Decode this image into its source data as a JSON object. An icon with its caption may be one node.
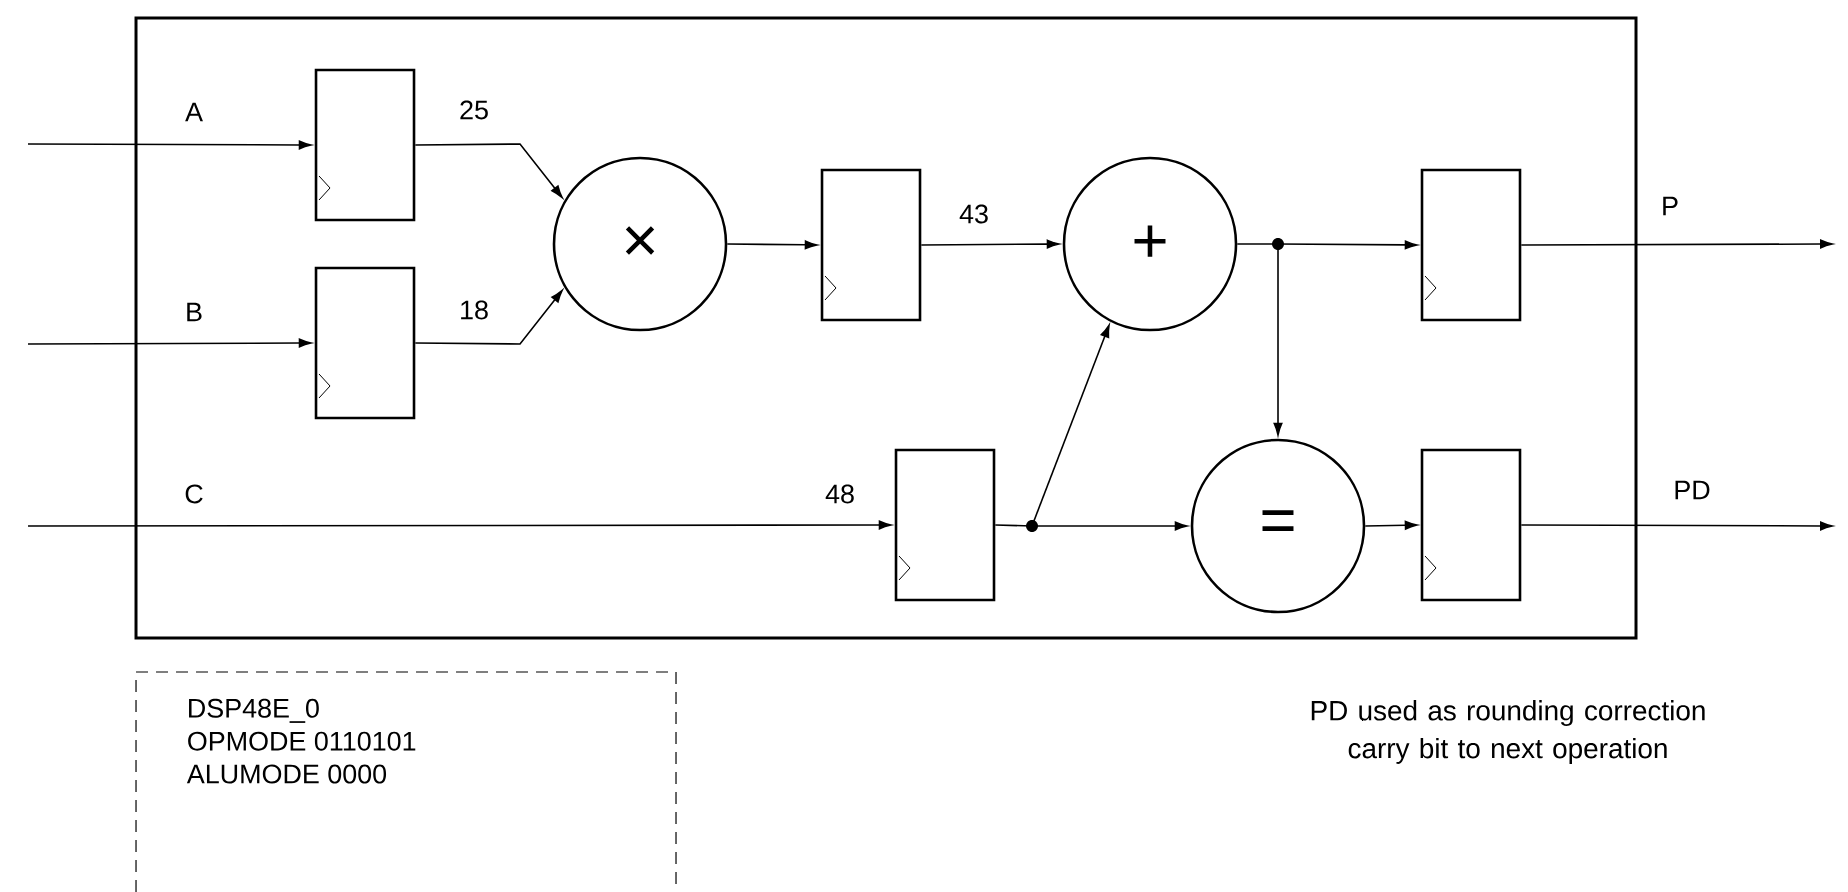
{
  "diagram": {
    "nodes": [
      {
        "text": [],
        "shape": "box"
      },
      {
        "text": [],
        "shape": "box",
        "in": 0
      },
      {
        "text": [],
        "shape": "box",
        "in": 0
      },
      {
        "text": [
          "×"
        ],
        "in": 0
      },
      {
        "text": [],
        "shape": "box",
        "in": 0
      },
      {
        "text": [
          "+"
        ],
        "in": 0
      },
      {
        "text": [],
        "shape": "box",
        "in": 0
      },
      {
        "text": [],
        "shape": "circle",
        "in": 0
      },
      {
        "text": [],
        "shape": "box",
        "in": 0
      },
      {
        "text": [
          "="
        ],
        "in": 0
      },
      {
        "text": [],
        "shape": "circle",
        "in": 0
      },
      {
        "text": [],
        "shape": "box",
        "in": 0
      },
      {
        "text": [
          "DSP48E_0",
          "OPMODE 0110101",
          "ALUMODE 0000"
        ]
      }
    ],
    "edges": [
      {
        "from": null,
        "to": 1,
        "arrow": "to",
        "label": "A"
      },
      {
        "from": null,
        "to": 2,
        "arrow": "to",
        "label": "B"
      },
      {
        "from": null,
        "to": 6,
        "arrow": "to",
        "label": "C"
      },
      {
        "from": 1,
        "to": 3,
        "arrow": "to",
        "label": "25"
      },
      {
        "from": 2,
        "to": 3,
        "arrow": "to",
        "label": "18"
      },
      {
        "from": 3,
        "to": 4,
        "arrow": "to"
      },
      {
        "from": 4,
        "to": 5,
        "arrow": "to",
        "label": "43"
      },
      {
        "from": 5,
        "to": 7,
        "arrow": "none"
      },
      {
        "from": 7,
        "to": 8,
        "arrow": "to"
      },
      {
        "from": 7,
        "to": 9,
        "arrow": "to"
      },
      {
        "from": 6,
        "to": 10,
        "arrow": "none"
      },
      {
        "from": 10,
        "to": 5,
        "arrow": "to"
      },
      {
        "from": 10,
        "to": 9,
        "arrow": "to"
      },
      {
        "from": 9,
        "to": 11,
        "arrow": "to"
      },
      {
        "from": 8,
        "to": null,
        "arrow": "to",
        "label": "P"
      },
      {
        "from": 11,
        "to": null,
        "arrow": "to",
        "label": "PD"
      }
    ],
    "labels": [
      "48",
      "PD used as rounding correction carry bit to next operation"
    ]
  }
}
